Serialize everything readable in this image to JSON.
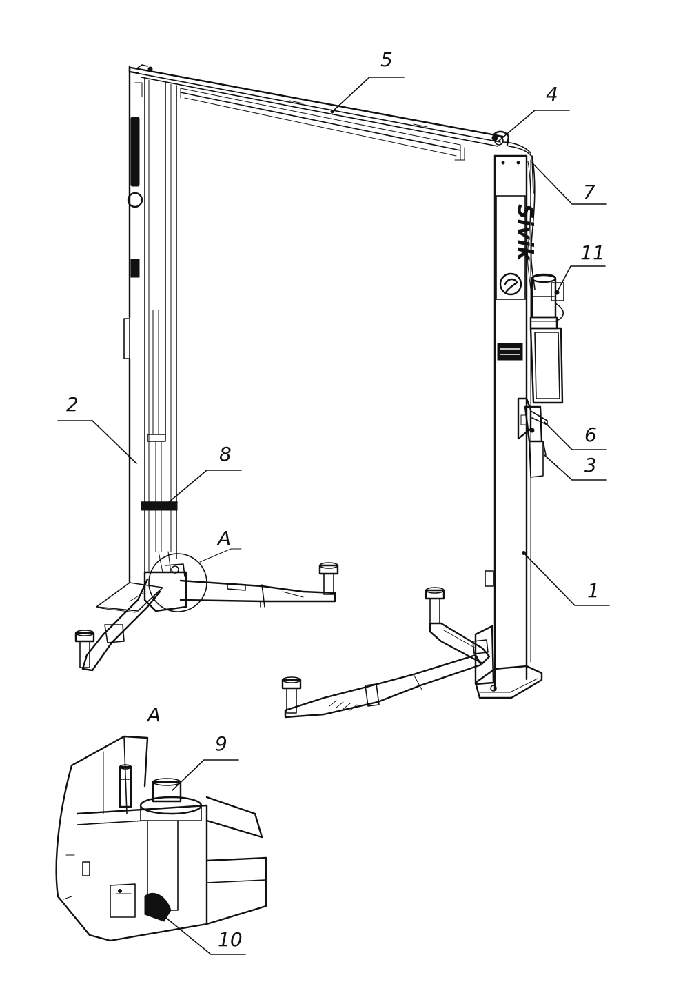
{
  "diagram": {
    "brand_logo_text": "Sivik",
    "callouts": [
      {
        "id": "callout-1",
        "label": "1"
      },
      {
        "id": "callout-2",
        "label": "2"
      },
      {
        "id": "callout-3",
        "label": "3"
      },
      {
        "id": "callout-4",
        "label": "4"
      },
      {
        "id": "callout-5",
        "label": "5"
      },
      {
        "id": "callout-6",
        "label": "6"
      },
      {
        "id": "callout-7",
        "label": "7"
      },
      {
        "id": "callout-8",
        "label": "8"
      },
      {
        "id": "callout-9",
        "label": "9"
      },
      {
        "id": "callout-10",
        "label": "10"
      },
      {
        "id": "callout-11",
        "label": "11"
      },
      {
        "id": "detail-a-marker",
        "label": "A"
      },
      {
        "id": "detail-a-title",
        "label": "A"
      }
    ]
  }
}
